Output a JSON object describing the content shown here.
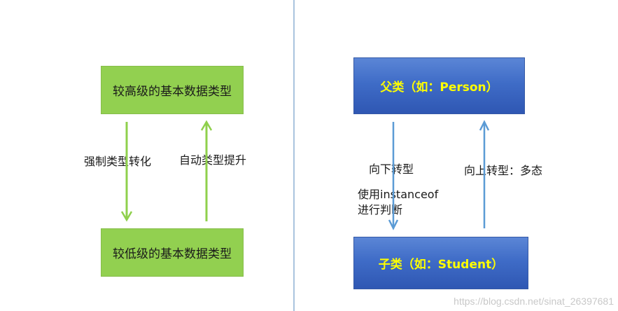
{
  "left_panel": {
    "top_box": "较高级的基本数据类型",
    "bottom_box": "较低级的基本数据类型",
    "down_label": "强制类型转化",
    "up_label": "自动类型提升",
    "colors": {
      "box": "#92d050",
      "arrow": "#8fd04c"
    }
  },
  "right_panel": {
    "top_box": "父类（如：Person）",
    "bottom_box": "子类（如：Student）",
    "down_label": "向下转型",
    "down_note_line1": "使用instanceof",
    "down_note_line2": "进行判断",
    "up_label": "向上转型：多态",
    "colors": {
      "box": "#3f6cc7",
      "text": "#ffff00",
      "arrow": "#5b9bd5"
    }
  },
  "watermark": "https://blog.csdn.net/sinat_26397681"
}
